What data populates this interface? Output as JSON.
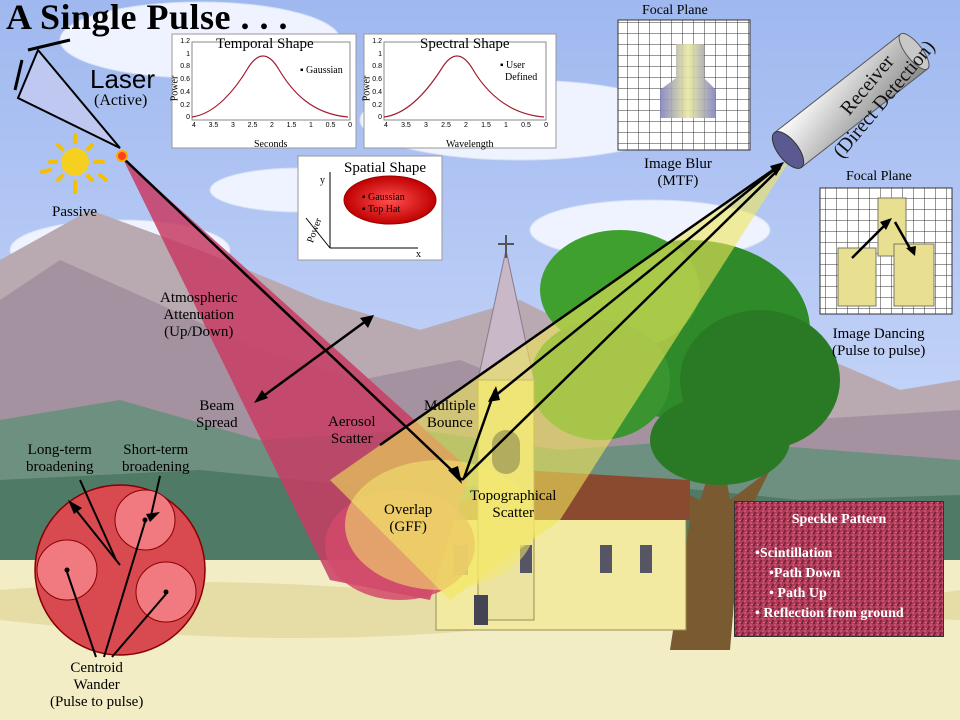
{
  "title": "A Single Pulse . . .",
  "laser": {
    "label": "Laser",
    "sublabel": "(Active)"
  },
  "passive_label": "Passive",
  "temporal_panel": {
    "title": "Temporal Shape",
    "legend": "Gaussian",
    "ylabel": "Power",
    "xlabel": "Seconds",
    "yticks": [
      "1.2",
      "1",
      "0.8",
      "0.6",
      "0.4",
      "0.2",
      "0"
    ],
    "xticks": [
      "4",
      "3.5",
      "3",
      "2.5",
      "2",
      "1.5",
      "1",
      "0.5",
      "0"
    ]
  },
  "spectral_panel": {
    "title": "Spectral Shape",
    "legend_line1": "User",
    "legend_line2": "Defined",
    "ylabel": "Power",
    "xlabel": "Wavelength",
    "yticks": [
      "1.2",
      "1",
      "0.8",
      "0.6",
      "0.4",
      "0.2",
      "0"
    ],
    "xticks": [
      "4",
      "3.5",
      "3",
      "2.5",
      "2",
      "1.5",
      "1",
      "0.5",
      "0"
    ]
  },
  "spatial_panel": {
    "title": "Spatial Shape",
    "item1": "Gaussian",
    "item2": "Top Hat",
    "xaxis": "x",
    "yaxis": "y",
    "zaxis": "Power"
  },
  "focal_plane_top": {
    "title": "Focal Plane",
    "caption_line1": "Image Blur",
    "caption_line2": "(MTF)"
  },
  "receiver": {
    "line1": "Receiver",
    "line2": "(Direct Detection)"
  },
  "focal_plane_bottom": {
    "title": "Focal Plane",
    "caption_line1": "Image Dancing",
    "caption_line2": "(Pulse to pulse)"
  },
  "atmos": {
    "line1": "Atmospheric",
    "line2": "Attenuation",
    "line3": "(Up/Down)"
  },
  "beam_spread": {
    "line1": "Beam",
    "line2": "Spread"
  },
  "aerosol": {
    "line1": "Aerosol",
    "line2": "Scatter"
  },
  "multiple_bounce": {
    "line1": "Multiple",
    "line2": "Bounce"
  },
  "overlap": {
    "line1": "Overlap",
    "line2": "(GFF)"
  },
  "topo": {
    "line1": "Topographical",
    "line2": "Scatter"
  },
  "long_term": {
    "line1": "Long-term",
    "line2": "broadening"
  },
  "short_term": {
    "line1": "Short-term",
    "line2": "broadening"
  },
  "centroid": {
    "line1": "Centroid",
    "line2": "Wander",
    "line3": "(Pulse to pulse)"
  },
  "speckle": {
    "title": "Speckle Pattern",
    "item1": "•Scintillation",
    "item2": "•Path Down",
    "item3": "• Path Up",
    "item4": "• Reflection from ground"
  },
  "colors": {
    "sky": "#b9cdf5",
    "beam_red": "#c83c64",
    "beam_yellow": "#f0e65a",
    "speckle_bg": "#b03a58"
  }
}
